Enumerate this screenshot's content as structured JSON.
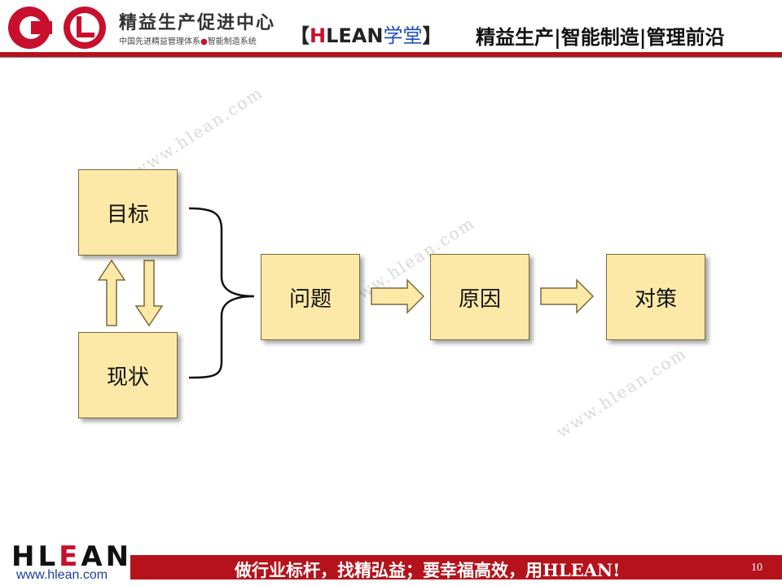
{
  "header": {
    "org_title": "精益生产促进中心",
    "org_subtitle_a": "中国先进精益管理体系",
    "org_subtitle_dot": "●",
    "org_subtitle_b": "智能制造系统",
    "brand_open": "【",
    "brand_h": "H",
    "brand_rest": "LEAN",
    "brand_study": "学堂",
    "brand_close": "】",
    "slogan": "精益生产|智能制造|管理前沿"
  },
  "diagram": {
    "goal": "目标",
    "status": "现状",
    "problem": "问题",
    "cause": "原因",
    "action": "对策"
  },
  "watermark": "www.hlean.com",
  "footer": {
    "logo_h": "HL",
    "logo_e": "E",
    "logo_rest": "AN",
    "url": "www.hlean.com",
    "slogan": "做行业标杆，找精弘益；要幸福高效，用HLEAN!",
    "page": "10"
  },
  "colors": {
    "accent_red": "#b5121b",
    "box_fill": "#fde9a7",
    "box_border": "#7a6a3a",
    "brand_blue": "#1f4fbf"
  }
}
